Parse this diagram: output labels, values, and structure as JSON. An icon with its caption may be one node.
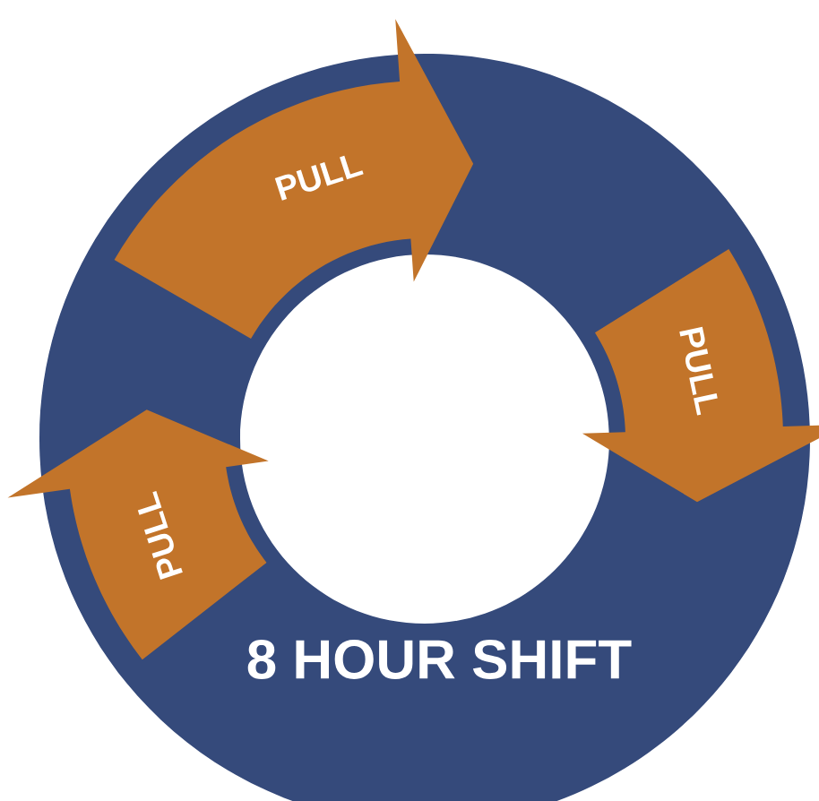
{
  "diagram": {
    "nodes": [
      {
        "text": [
          "8 HOUR SHIFT"
        ]
      },
      {
        "text": [
          "PULL"
        ]
      },
      {
        "text": [
          "PULL"
        ]
      },
      {
        "text": [
          "PULL"
        ]
      }
    ]
  }
}
